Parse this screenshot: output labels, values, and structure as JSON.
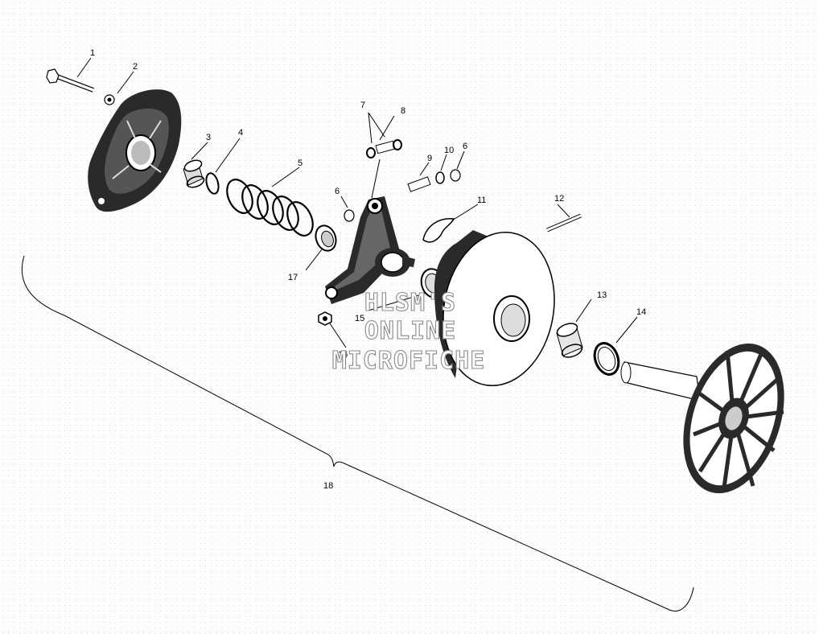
{
  "callouts": [
    "1",
    "2",
    "3",
    "4",
    "5",
    "6",
    "6",
    "7",
    "8",
    "9",
    "10",
    "11",
    "12",
    "13",
    "14",
    "15",
    "16",
    "17",
    "18"
  ],
  "watermark": {
    "line1": "HLSM'S",
    "line2": "ONLINE",
    "line3": "MICROFICHE"
  }
}
